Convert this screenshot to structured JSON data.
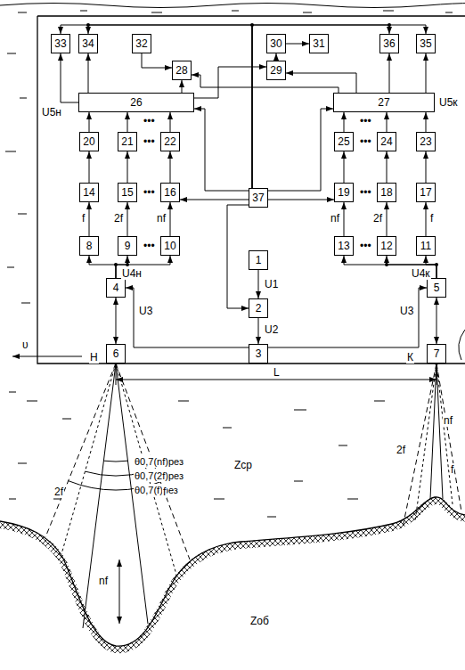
{
  "diagram": {
    "nodes": [
      {
        "text": [
          "1"
        ]
      },
      {
        "text": [
          "2"
        ]
      },
      {
        "text": [
          "3"
        ]
      },
      {
        "text": [
          "4"
        ]
      },
      {
        "text": [
          "5"
        ]
      },
      {
        "text": [
          "6"
        ]
      },
      {
        "text": [
          "7"
        ]
      },
      {
        "text": [
          "8"
        ]
      },
      {
        "text": [
          "9"
        ]
      },
      {
        "text": [
          "10"
        ]
      },
      {
        "text": [
          "11"
        ]
      },
      {
        "text": [
          "12"
        ]
      },
      {
        "text": [
          "13"
        ]
      },
      {
        "text": [
          "14"
        ]
      },
      {
        "text": [
          "15"
        ]
      },
      {
        "text": [
          "16"
        ]
      },
      {
        "text": [
          "17"
        ]
      },
      {
        "text": [
          "18"
        ]
      },
      {
        "text": [
          "19"
        ]
      },
      {
        "text": [
          "20"
        ]
      },
      {
        "text": [
          "21"
        ]
      },
      {
        "text": [
          "22"
        ]
      },
      {
        "text": [
          "23"
        ]
      },
      {
        "text": [
          "24"
        ]
      },
      {
        "text": [
          "25"
        ]
      },
      {
        "text": [
          "26"
        ]
      },
      {
        "text": [
          "27"
        ]
      },
      {
        "text": [
          "28"
        ]
      },
      {
        "text": [
          "29"
        ]
      },
      {
        "text": [
          "30"
        ]
      },
      {
        "text": [
          "31"
        ]
      },
      {
        "text": [
          "32"
        ]
      },
      {
        "text": [
          "33"
        ]
      },
      {
        "text": [
          "34"
        ]
      },
      {
        "text": [
          "35"
        ]
      },
      {
        "text": [
          "36"
        ]
      },
      {
        "text": [
          "37"
        ]
      }
    ],
    "edges": [
      {
        "from": 0,
        "to": 1,
        "arrow": "to"
      },
      {
        "from": 1,
        "to": 2,
        "arrow": "to"
      },
      {
        "from": 2,
        "to": 3,
        "arrow": "to"
      },
      {
        "from": 2,
        "to": 4,
        "arrow": "to"
      },
      {
        "from": 3,
        "to": 5,
        "arrow": "both"
      },
      {
        "from": 4,
        "to": 6,
        "arrow": "both"
      },
      {
        "from": 3,
        "to": 7,
        "arrow": "to"
      },
      {
        "from": 3,
        "to": 8,
        "arrow": "to"
      },
      {
        "from": 3,
        "to": 9,
        "arrow": "to"
      },
      {
        "from": 4,
        "to": 10,
        "arrow": "to"
      },
      {
        "from": 4,
        "to": 11,
        "arrow": "to"
      },
      {
        "from": 4,
        "to": 12,
        "arrow": "to"
      },
      {
        "from": 7,
        "to": 13,
        "arrow": "to"
      },
      {
        "from": 8,
        "to": 14,
        "arrow": "to"
      },
      {
        "from": 9,
        "to": 15,
        "arrow": "to"
      },
      {
        "from": 10,
        "to": 16,
        "arrow": "to"
      },
      {
        "from": 11,
        "to": 17,
        "arrow": "to"
      },
      {
        "from": 12,
        "to": 18,
        "arrow": "to"
      },
      {
        "from": 13,
        "to": 19,
        "arrow": "to"
      },
      {
        "from": 14,
        "to": 20,
        "arrow": "to"
      },
      {
        "from": 15,
        "to": 21,
        "arrow": "to"
      },
      {
        "from": 16,
        "to": 22,
        "arrow": "to"
      },
      {
        "from": 17,
        "to": 23,
        "arrow": "to"
      },
      {
        "from": 18,
        "to": 24,
        "arrow": "to"
      },
      {
        "from": 19,
        "to": 25,
        "arrow": "to"
      },
      {
        "from": 20,
        "to": 25,
        "arrow": "to"
      },
      {
        "from": 21,
        "to": 25,
        "arrow": "to"
      },
      {
        "from": 22,
        "to": 26,
        "arrow": "to"
      },
      {
        "from": 23,
        "to": 26,
        "arrow": "to"
      },
      {
        "from": 24,
        "to": 26,
        "arrow": "to"
      },
      {
        "from": 36,
        "to": 1,
        "arrow": "to"
      },
      {
        "from": 36,
        "to": 15,
        "arrow": "to"
      },
      {
        "from": 36,
        "to": 18,
        "arrow": "to"
      },
      {
        "from": 36,
        "to": 25,
        "arrow": "to"
      },
      {
        "from": 36,
        "to": 26,
        "arrow": "to"
      },
      {
        "from": 36,
        "to": 32,
        "arrow": "to"
      },
      {
        "from": 36,
        "to": 33,
        "arrow": "to"
      },
      {
        "from": 36,
        "to": 35,
        "arrow": "to"
      },
      {
        "from": 36,
        "to": 34,
        "arrow": "to"
      },
      {
        "from": 25,
        "to": 32,
        "arrow": "to"
      },
      {
        "from": 25,
        "to": 33,
        "arrow": "to"
      },
      {
        "from": 26,
        "to": 35,
        "arrow": "to"
      },
      {
        "from": 26,
        "to": 34,
        "arrow": "to"
      },
      {
        "from": 25,
        "to": 27,
        "arrow": "to"
      },
      {
        "from": 31,
        "to": 27,
        "arrow": "to"
      },
      {
        "from": 26,
        "to": 27,
        "arrow": "to"
      },
      {
        "from": 25,
        "to": 28,
        "arrow": "to"
      },
      {
        "from": 26,
        "to": 28,
        "arrow": "to"
      },
      {
        "from": 28,
        "to": 29,
        "arrow": "to"
      },
      {
        "from": 29,
        "to": 30,
        "arrow": "to"
      }
    ],
    "labels": [
      "U1",
      "U2",
      "U3",
      "U3",
      "U4н",
      "U4к",
      "U5н",
      "U5к",
      "f",
      "2f",
      "nf",
      "nf",
      "2f",
      "f",
      "•••",
      "•••",
      "•••",
      "•••",
      "•••",
      "•••",
      "•••",
      "•••",
      "Н",
      "К",
      "υ",
      "L",
      "θ0,7(nf)рез",
      "θ0,7(2f)рез",
      "θ0,7(f)рез",
      "Zср",
      "Zоб",
      "2f",
      "f",
      "nf",
      "2f",
      "nf",
      "f"
    ]
  }
}
